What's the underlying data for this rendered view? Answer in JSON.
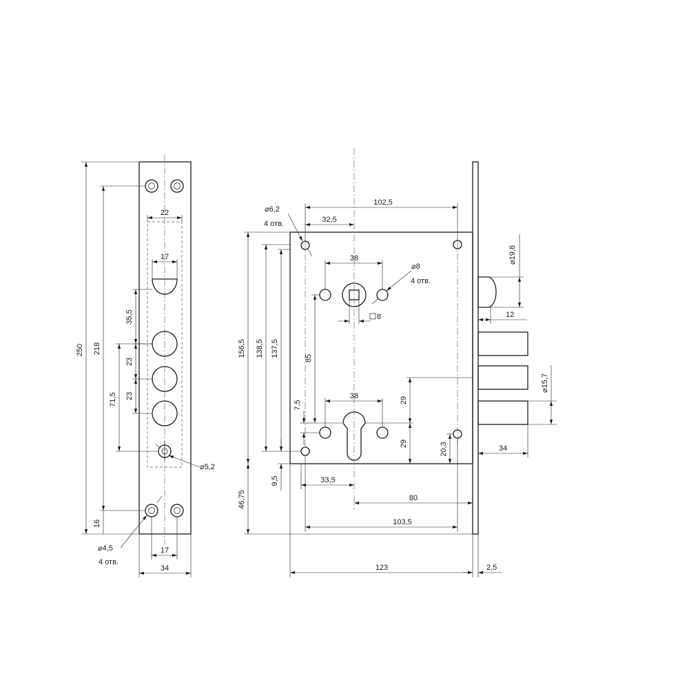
{
  "front_plate": {
    "dims": {
      "d250": "250",
      "d218": "218",
      "d16": "16",
      "d22": "22",
      "d17_top": "17",
      "d35_5": "35,5",
      "d23_a": "23",
      "d23_b": "23",
      "d71_5": "71,5",
      "d17_bottom": "17",
      "d34": "34"
    },
    "callouts": {
      "d5_2": "⌀5,2",
      "d4_5": "⌀4,5",
      "holes_4": "4 отв."
    }
  },
  "lock_body": {
    "dims": {
      "d102_5": "102,5",
      "d32_5": "32,5",
      "d38_top": "38",
      "d38_bottom": "38",
      "d156_5": "156,5",
      "d138_5": "138,5",
      "d137_5": "137,5",
      "d85": "85",
      "d7_5": "7,5",
      "d29_a": "29",
      "d29_b": "29",
      "d20_3": "20,3",
      "d9_5": "9,5",
      "d46_75": "46,75",
      "d33_5": "33,5",
      "d80": "80",
      "d103_5": "103,5",
      "d123": "123",
      "d2_5": "2,5",
      "d12": "12",
      "d34": "34",
      "sq8": "8"
    },
    "callouts": {
      "d6_2": "⌀6,2",
      "d6_2_holes": "4 отв.",
      "d8": "⌀8",
      "d8_holes": "4 отв.",
      "d19_8": "⌀19,8",
      "d15_7": "⌀15,7"
    }
  }
}
